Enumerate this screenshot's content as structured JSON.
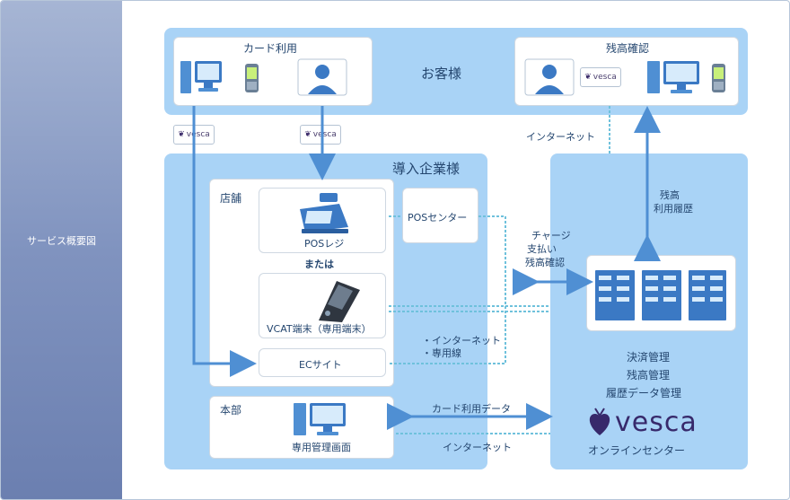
{
  "sidebar": {
    "title": "サービス概要図"
  },
  "customer_zone": {
    "title": "お客様",
    "card_use_label": "カード利用",
    "balance_check_label": "残高確認"
  },
  "company_zone": {
    "title": "導入企業様",
    "store_label": "店舗",
    "pos_register_label": "POSレジ",
    "or_label": "または",
    "vcat_label": "VCAT端末（専用端末）",
    "ec_site_label": "ECサイト",
    "pos_center_label": "POSセンター",
    "hq_label": "本部",
    "admin_screen_label": "専用管理画面"
  },
  "online_center": {
    "duty_1": "決済管理",
    "duty_2": "残高管理",
    "duty_3": "履歴データ管理",
    "brand": "vesca",
    "caption": "オンラインセンター"
  },
  "connections": {
    "internet_top": "インターネット",
    "balance_history_1": "残高",
    "balance_history_2": "利用履歴",
    "charge": "チャージ",
    "payment": "支払い",
    "balance_check": "残高確認",
    "internet_bullet": "・インターネット",
    "dedicated_line": "・専用線",
    "card_usage_data": "カード利用データ",
    "internet_bottom": "インターネット"
  },
  "badges": {
    "vesca_badge": "vesca"
  },
  "colors": {
    "panel": "#a9d3f6",
    "accent": "#3b79c4",
    "sidebar": "#7d8fbd"
  }
}
